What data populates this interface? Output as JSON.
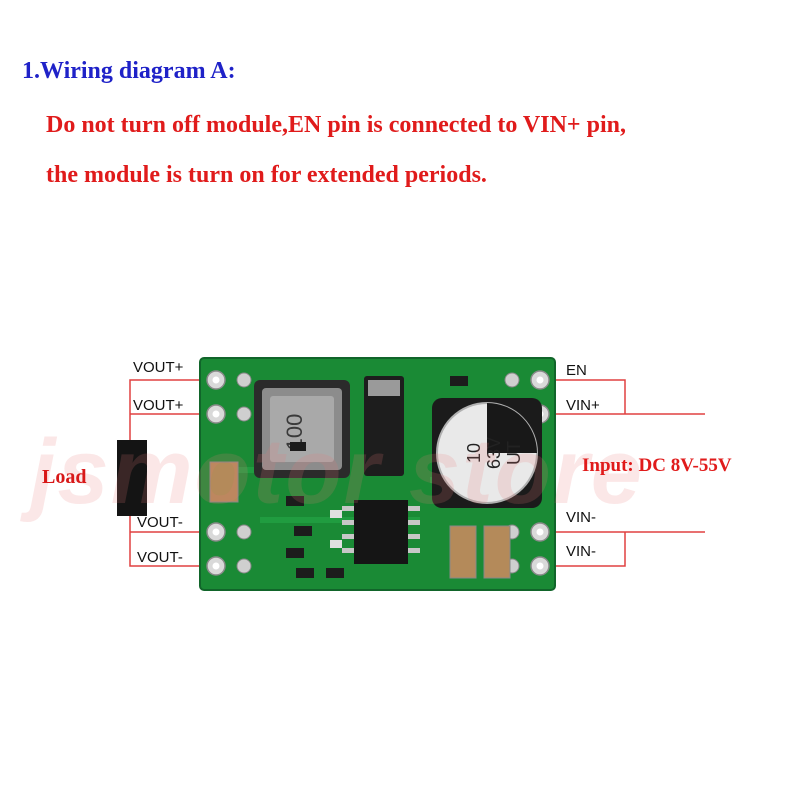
{
  "heading": "1.Wiring diagram A:",
  "note_line1": "Do not turn off module,EN pin is connected to VIN+ pin,",
  "note_line2": "the module is turn on for extended periods.",
  "pins_left": [
    "VOUT+",
    "VOUT+",
    "VOUT-",
    "VOUT-"
  ],
  "pins_right": [
    "EN",
    "VIN+",
    "VIN-",
    "VIN-"
  ],
  "load_label": "Load",
  "input_label": "Input: DC 8V-55V",
  "inductor_marking": "100",
  "capacitor_marking": [
    "10",
    "63V",
    "UT"
  ],
  "watermark": "jsmotor store",
  "colors": {
    "heading": "#1f22c8",
    "note": "#e01b1b",
    "wire": "#e04040",
    "pcb": "#1a8a35"
  }
}
